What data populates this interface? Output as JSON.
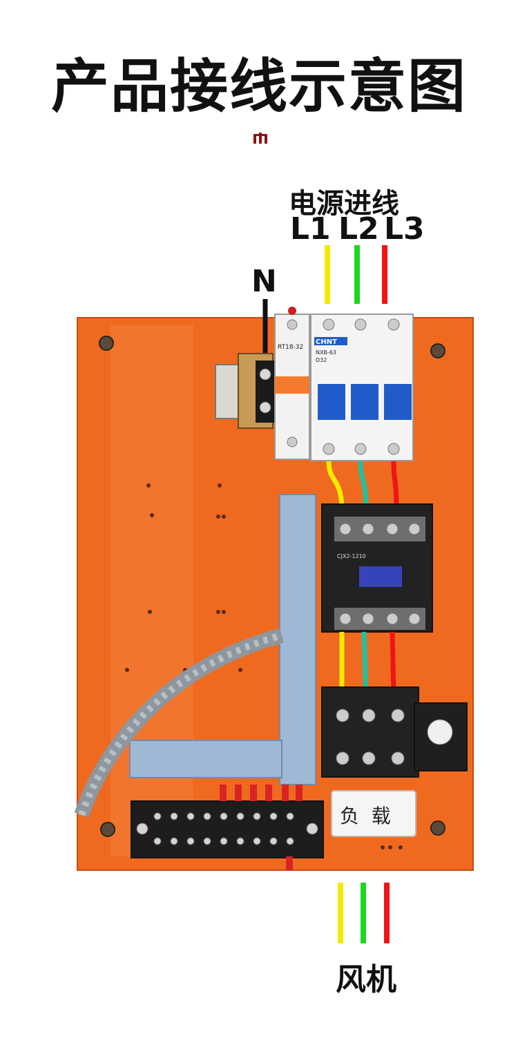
{
  "page": {
    "title": "产品接线示意图",
    "supply_label": "电源进线",
    "neutral_label": "N",
    "phases": [
      "L1",
      "L2",
      "L3"
    ],
    "output_label": "风机",
    "load_label": "负  载"
  },
  "components": {
    "fuse_holder_text": "RT18-32",
    "breaker_brand": "CHNT",
    "breaker_model": "NXB-63",
    "breaker_rating": "D32",
    "contactor_model": "CJX2-1210"
  },
  "colors": {
    "panel": "#ef6a1f",
    "phase_l1": "#f2ea00",
    "phase_l2": "#1ed61e",
    "phase_l3": "#ee1515",
    "neutral": "#111111",
    "duct": "#9fb8d6"
  }
}
